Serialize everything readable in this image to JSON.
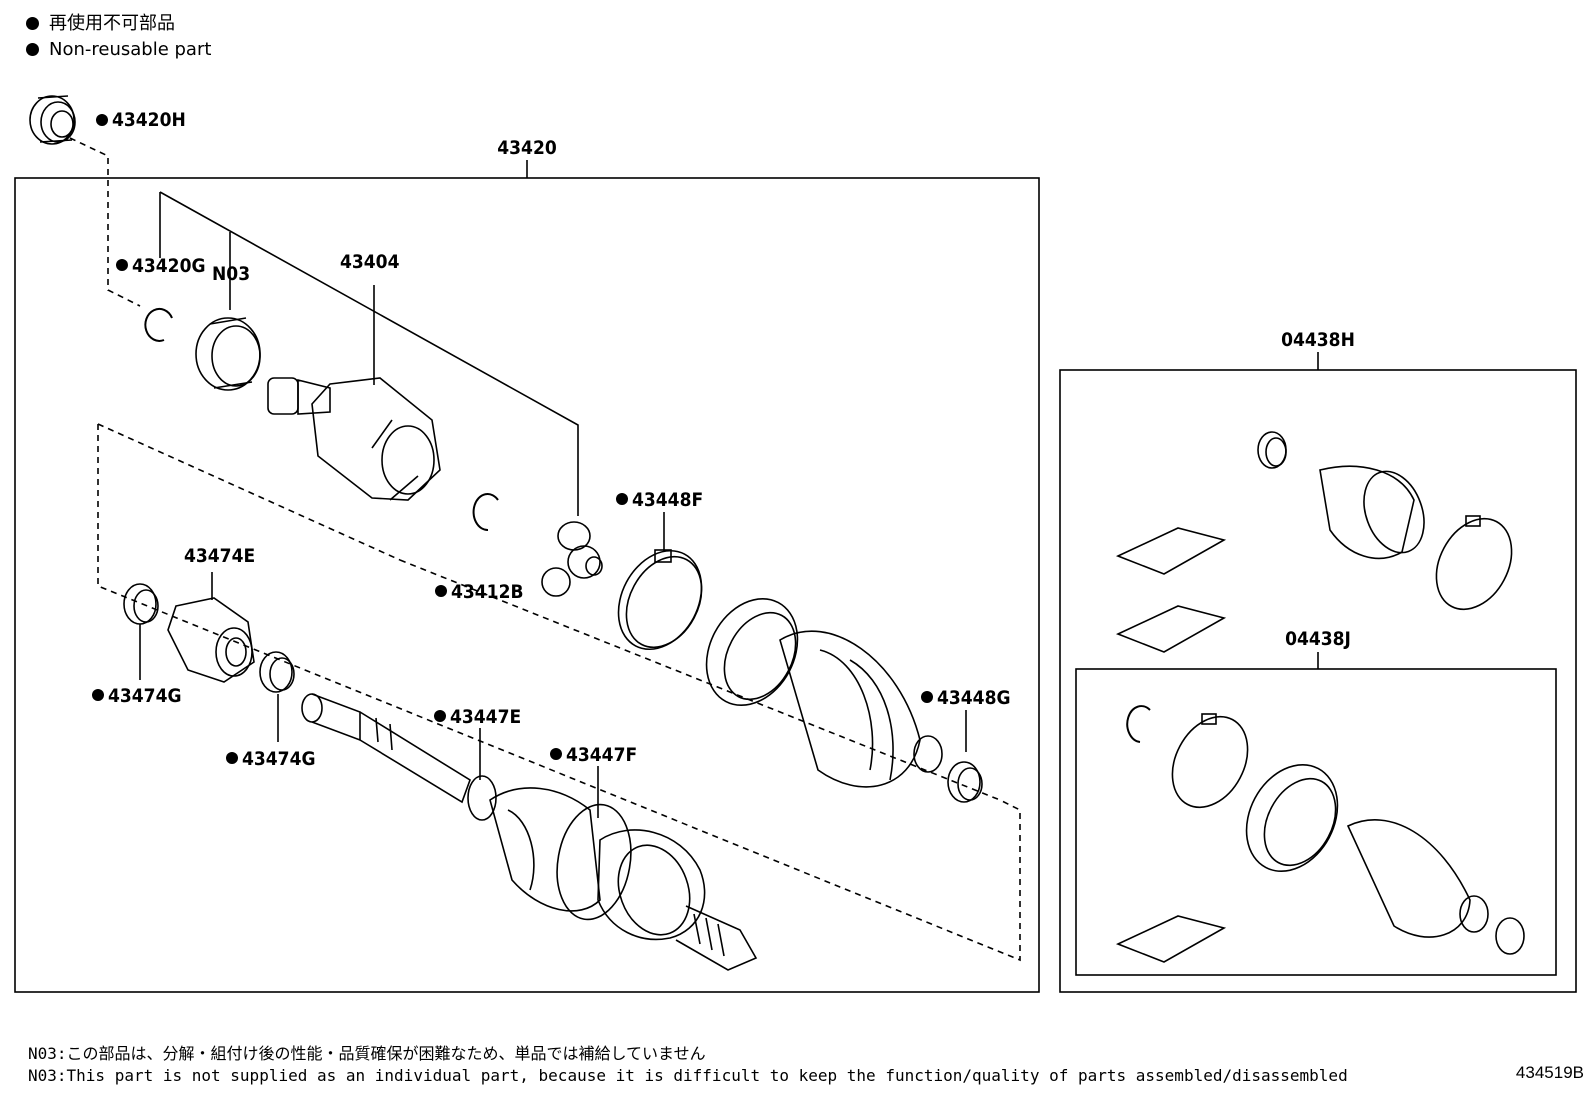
{
  "legend": {
    "jp": "再使用不可部品",
    "en": "Non-reusable part"
  },
  "labels": {
    "p43420H": "43420H",
    "p43420": "43420",
    "p43420G": "43420G",
    "n03": "N03",
    "p43404": "43404",
    "p43412B": "43412B",
    "p43448F": "43448F",
    "p43474E": "43474E",
    "p43474G_a": "43474G",
    "p43474G_b": "43474G",
    "p43447E": "43447E",
    "p43447F": "43447F",
    "p43448G": "43448G",
    "p04438H": "04438H",
    "p04438J": "04438J"
  },
  "notes": {
    "jp": "N03:この部品は、分解・組付け後の性能・品質確保が困難なため、単品では補給していません",
    "en": "N03:This part is not supplied as an individual part, because it is difficult to keep the function/quality of parts assembled/disassembled"
  },
  "figure_number": "434519B"
}
